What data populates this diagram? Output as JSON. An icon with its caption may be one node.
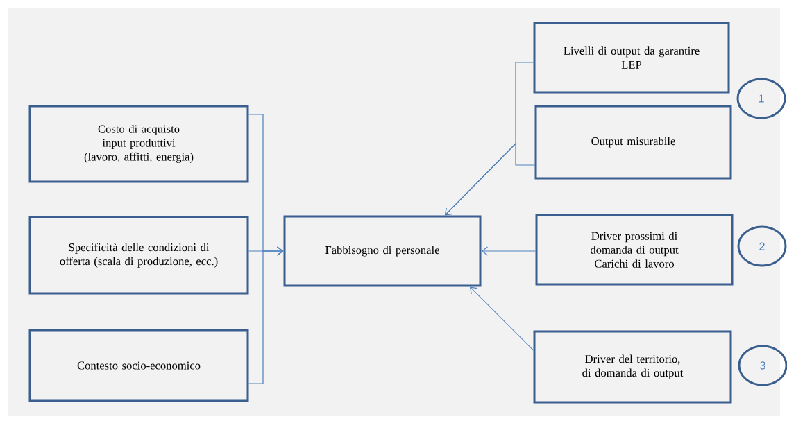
{
  "diagram": {
    "nodes": [
      {
        "text": [
          "Costo di acquisto input produttivi (lavoro, affitti, energia)"
        ]
      },
      {
        "text": [
          "Specificità delle condizioni di offerta (scala di produzione, ecc.)"
        ]
      },
      {
        "text": [
          "Contesto socio-economico"
        ]
      },
      {
        "text": [
          "Fabbisogno di personale"
        ]
      },
      {
        "text": [
          "Livelli di output da garantire",
          "LEP"
        ]
      },
      {
        "text": [
          "Output misurabile"
        ]
      },
      {
        "text": [
          "Driver prossimi di domanda di output",
          "Carichi di lavoro"
        ]
      },
      {
        "text": [
          "Driver del territorio, di domanda di output"
        ]
      },
      {
        "text": [
          "1"
        ]
      },
      {
        "text": [
          "2"
        ]
      },
      {
        "text": [
          "3"
        ]
      }
    ],
    "edges": [
      {
        "from": 0,
        "to": 3,
        "arrow": "to"
      },
      {
        "from": 1,
        "to": 3,
        "arrow": "to"
      },
      {
        "from": 2,
        "to": 3,
        "arrow": "to"
      },
      {
        "from": 4,
        "to": 3,
        "arrow": "to"
      },
      {
        "from": 5,
        "to": 3,
        "arrow": "to"
      },
      {
        "from": 6,
        "to": 3,
        "arrow": "to"
      },
      {
        "from": 7,
        "to": 3,
        "arrow": "to"
      }
    ]
  }
}
